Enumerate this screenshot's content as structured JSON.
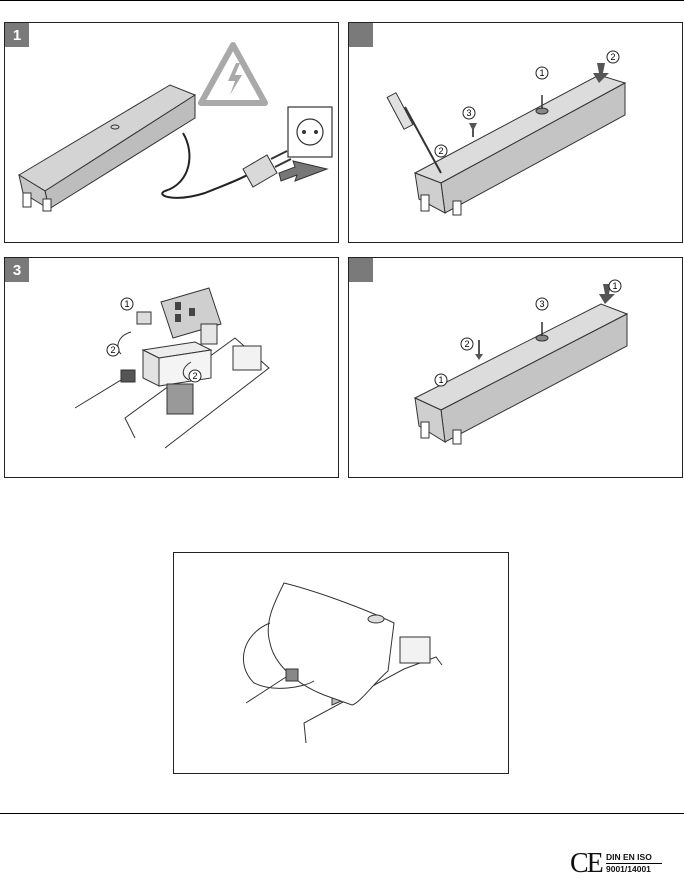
{
  "panels": [
    {
      "number": "1",
      "markers": []
    },
    {
      "number": "",
      "markers": [
        "1",
        "2",
        "3",
        "2"
      ]
    },
    {
      "number": "3",
      "markers": [
        "1",
        "2",
        "2"
      ]
    },
    {
      "number": "",
      "markers": [
        "1",
        "3",
        "2",
        "1"
      ]
    }
  ],
  "footer": {
    "ce_mark": "CE",
    "cert_line1": "DIN EN ISO",
    "cert_line2": "9001/14001"
  },
  "colors": {
    "badge": "#7a7a7a",
    "warning_triangle": "#a9a9a9"
  }
}
